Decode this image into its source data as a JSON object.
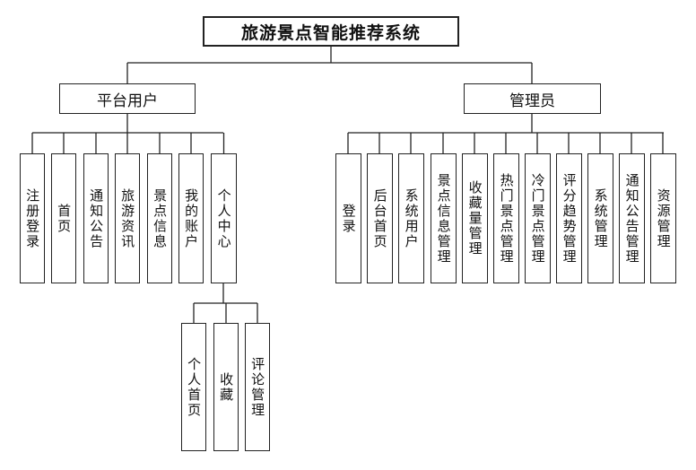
{
  "title": "旅游景点智能推荐系统",
  "groups": {
    "user": {
      "label": "平台用户",
      "items": [
        "注册登录",
        "首页",
        "通知公告",
        "旅游资讯",
        "景点信息",
        "我的账户",
        "个人中心"
      ],
      "personal_center": {
        "label": "个人中心",
        "items": [
          "个人首页",
          "收藏",
          "评论管理"
        ]
      }
    },
    "admin": {
      "label": "管理员",
      "items": [
        "登录",
        "后台首页",
        "系统用户",
        "景点信息管理",
        "收藏量管理",
        "热门景点管理",
        "冷门景点管理",
        "评分趋势管理",
        "系统管理",
        "通知公告管理",
        "资源管理"
      ]
    }
  }
}
